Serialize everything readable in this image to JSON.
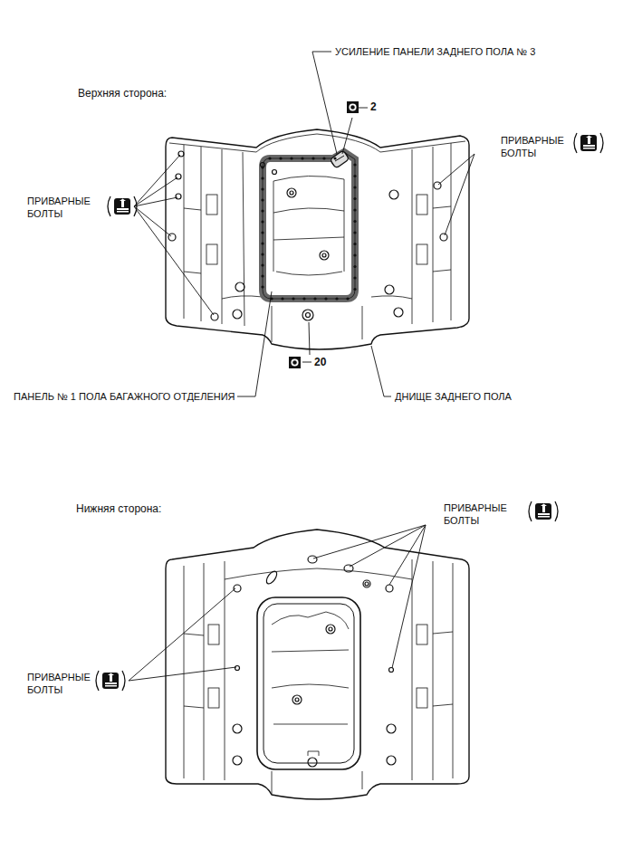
{
  "diagram": {
    "labels": [
      "Верхняя сторона:",
      "УСИЛЕНИЕ ПАНЕЛИ ЗАДНЕГО ПОЛА № 3",
      "2",
      "ПРИВАРНЫЕ БОЛТЫ",
      "ПРИВАРНЫЕ БОЛТЫ",
      "20",
      "ПАНЕЛЬ № 1 ПОЛА БАГАЖНОГО ОТДЕЛЕНИЯ",
      "ДНИЩЕ ЗАДНЕГО ПОЛА",
      "Нижняя сторона:",
      "ПРИВАРНЫЕ БОЛТЫ",
      "ПРИВАРНЫЕ БОЛТЫ"
    ]
  }
}
